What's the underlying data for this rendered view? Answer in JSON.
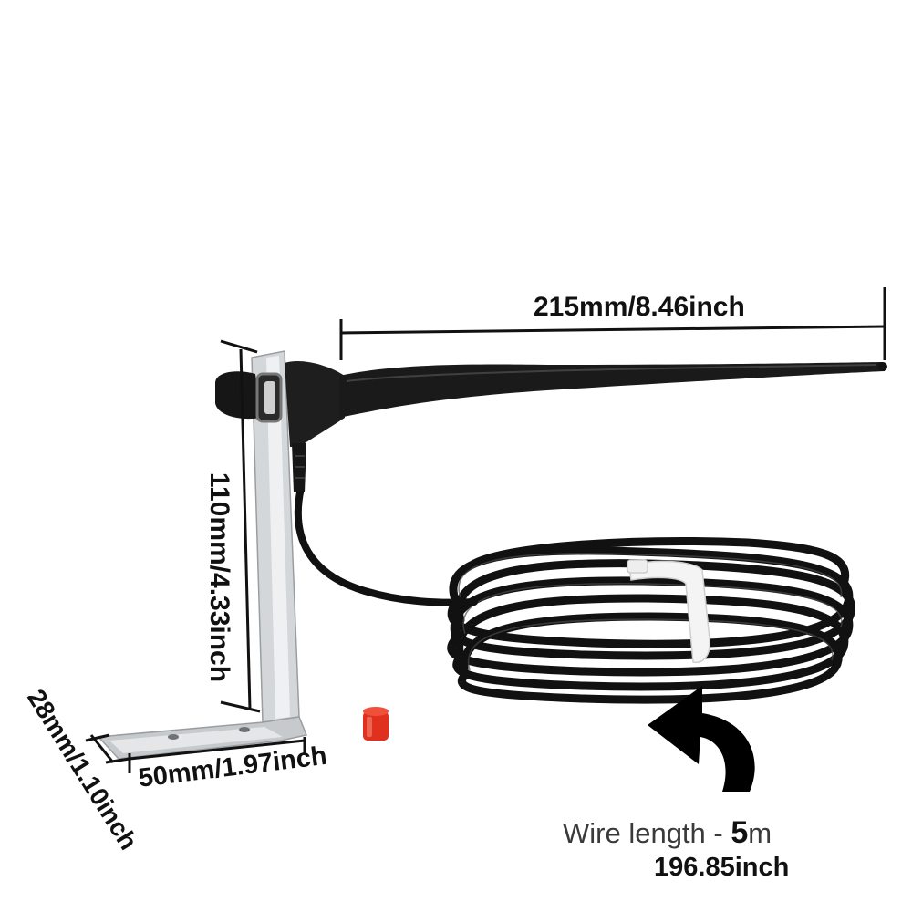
{
  "dimensions": {
    "antenna_length": "215mm/8.46inch",
    "bracket_height": "110mm/4.33inch",
    "bracket_depth": "28mm/1.10inch",
    "bracket_width": "50mm/1.97inch"
  },
  "wire": {
    "label_prefix": "Wire length - ",
    "value": "5",
    "unit": "m",
    "inches": "196.85inch"
  },
  "colors": {
    "background": "#ffffff",
    "antenna": "#1a1a1a",
    "bracket": "#c9ccce",
    "cap": "#e0301e",
    "arrow": "#000000"
  }
}
